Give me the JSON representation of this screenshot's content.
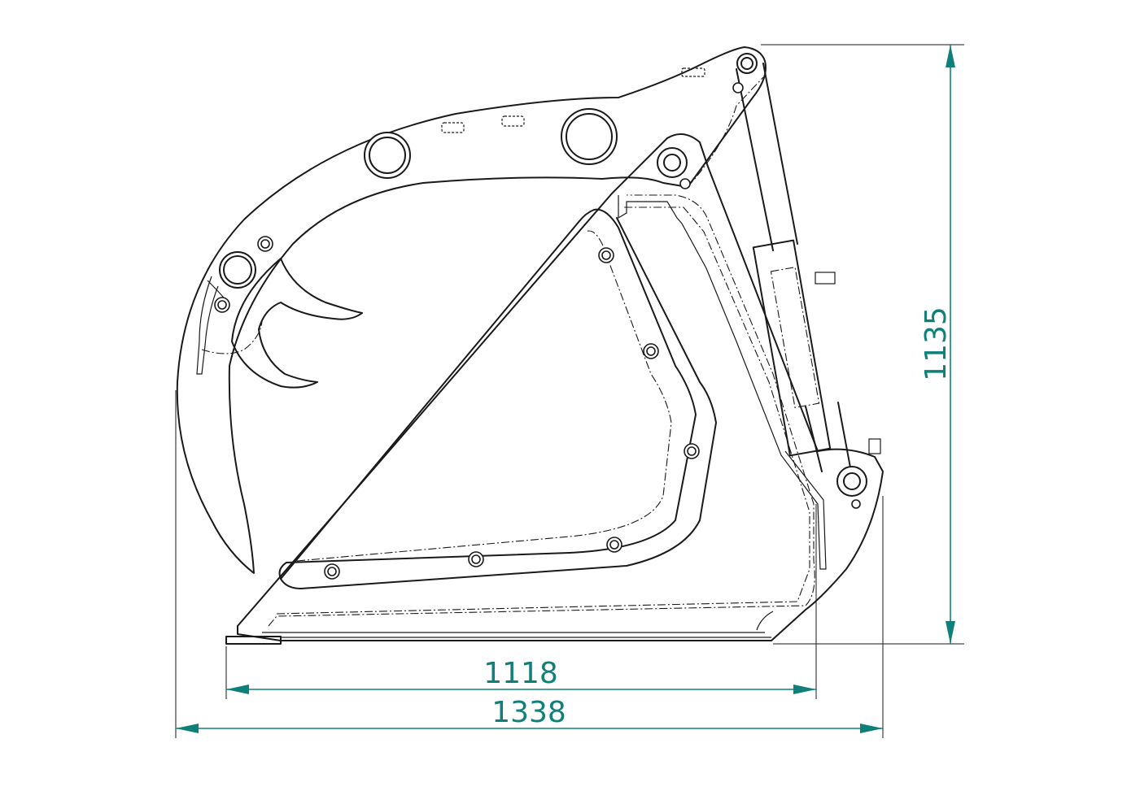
{
  "dimensions": {
    "inner_width": "1118",
    "overall_width": "1338",
    "height": "1135"
  },
  "colors": {
    "dimension": "#0e8079",
    "outline": "#1a1a1a",
    "background": "#ffffff"
  }
}
